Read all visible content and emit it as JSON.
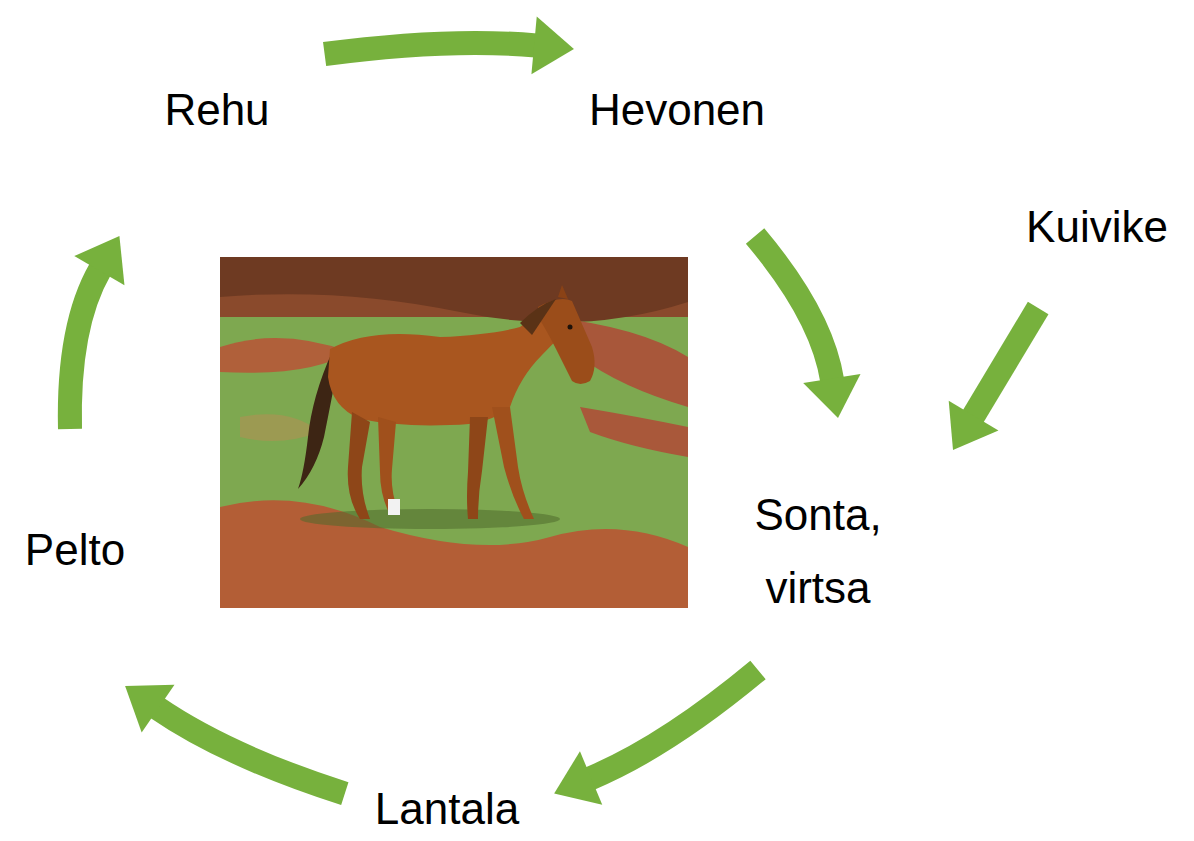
{
  "diagram": {
    "nodes": [
      {
        "text": [
          "Rehu"
        ]
      },
      {
        "text": [
          "Hevonen"
        ]
      },
      {
        "text": [
          "Kuivike"
        ]
      },
      {
        "text": [
          "Sonta, virtsa"
        ]
      },
      {
        "text": [
          "Pelto"
        ]
      },
      {
        "text": [
          "Lantala"
        ]
      }
    ],
    "edges": [
      {
        "from": 0,
        "to": 1,
        "arrow": "to"
      },
      {
        "from": 1,
        "to": 3,
        "arrow": "to"
      },
      {
        "from": 2,
        "to": 3,
        "arrow": "to"
      },
      {
        "from": 3,
        "to": 5,
        "arrow": "to"
      },
      {
        "from": 5,
        "to": 4,
        "arrow": "to"
      },
      {
        "from": 4,
        "to": 0,
        "arrow": "to"
      }
    ]
  }
}
